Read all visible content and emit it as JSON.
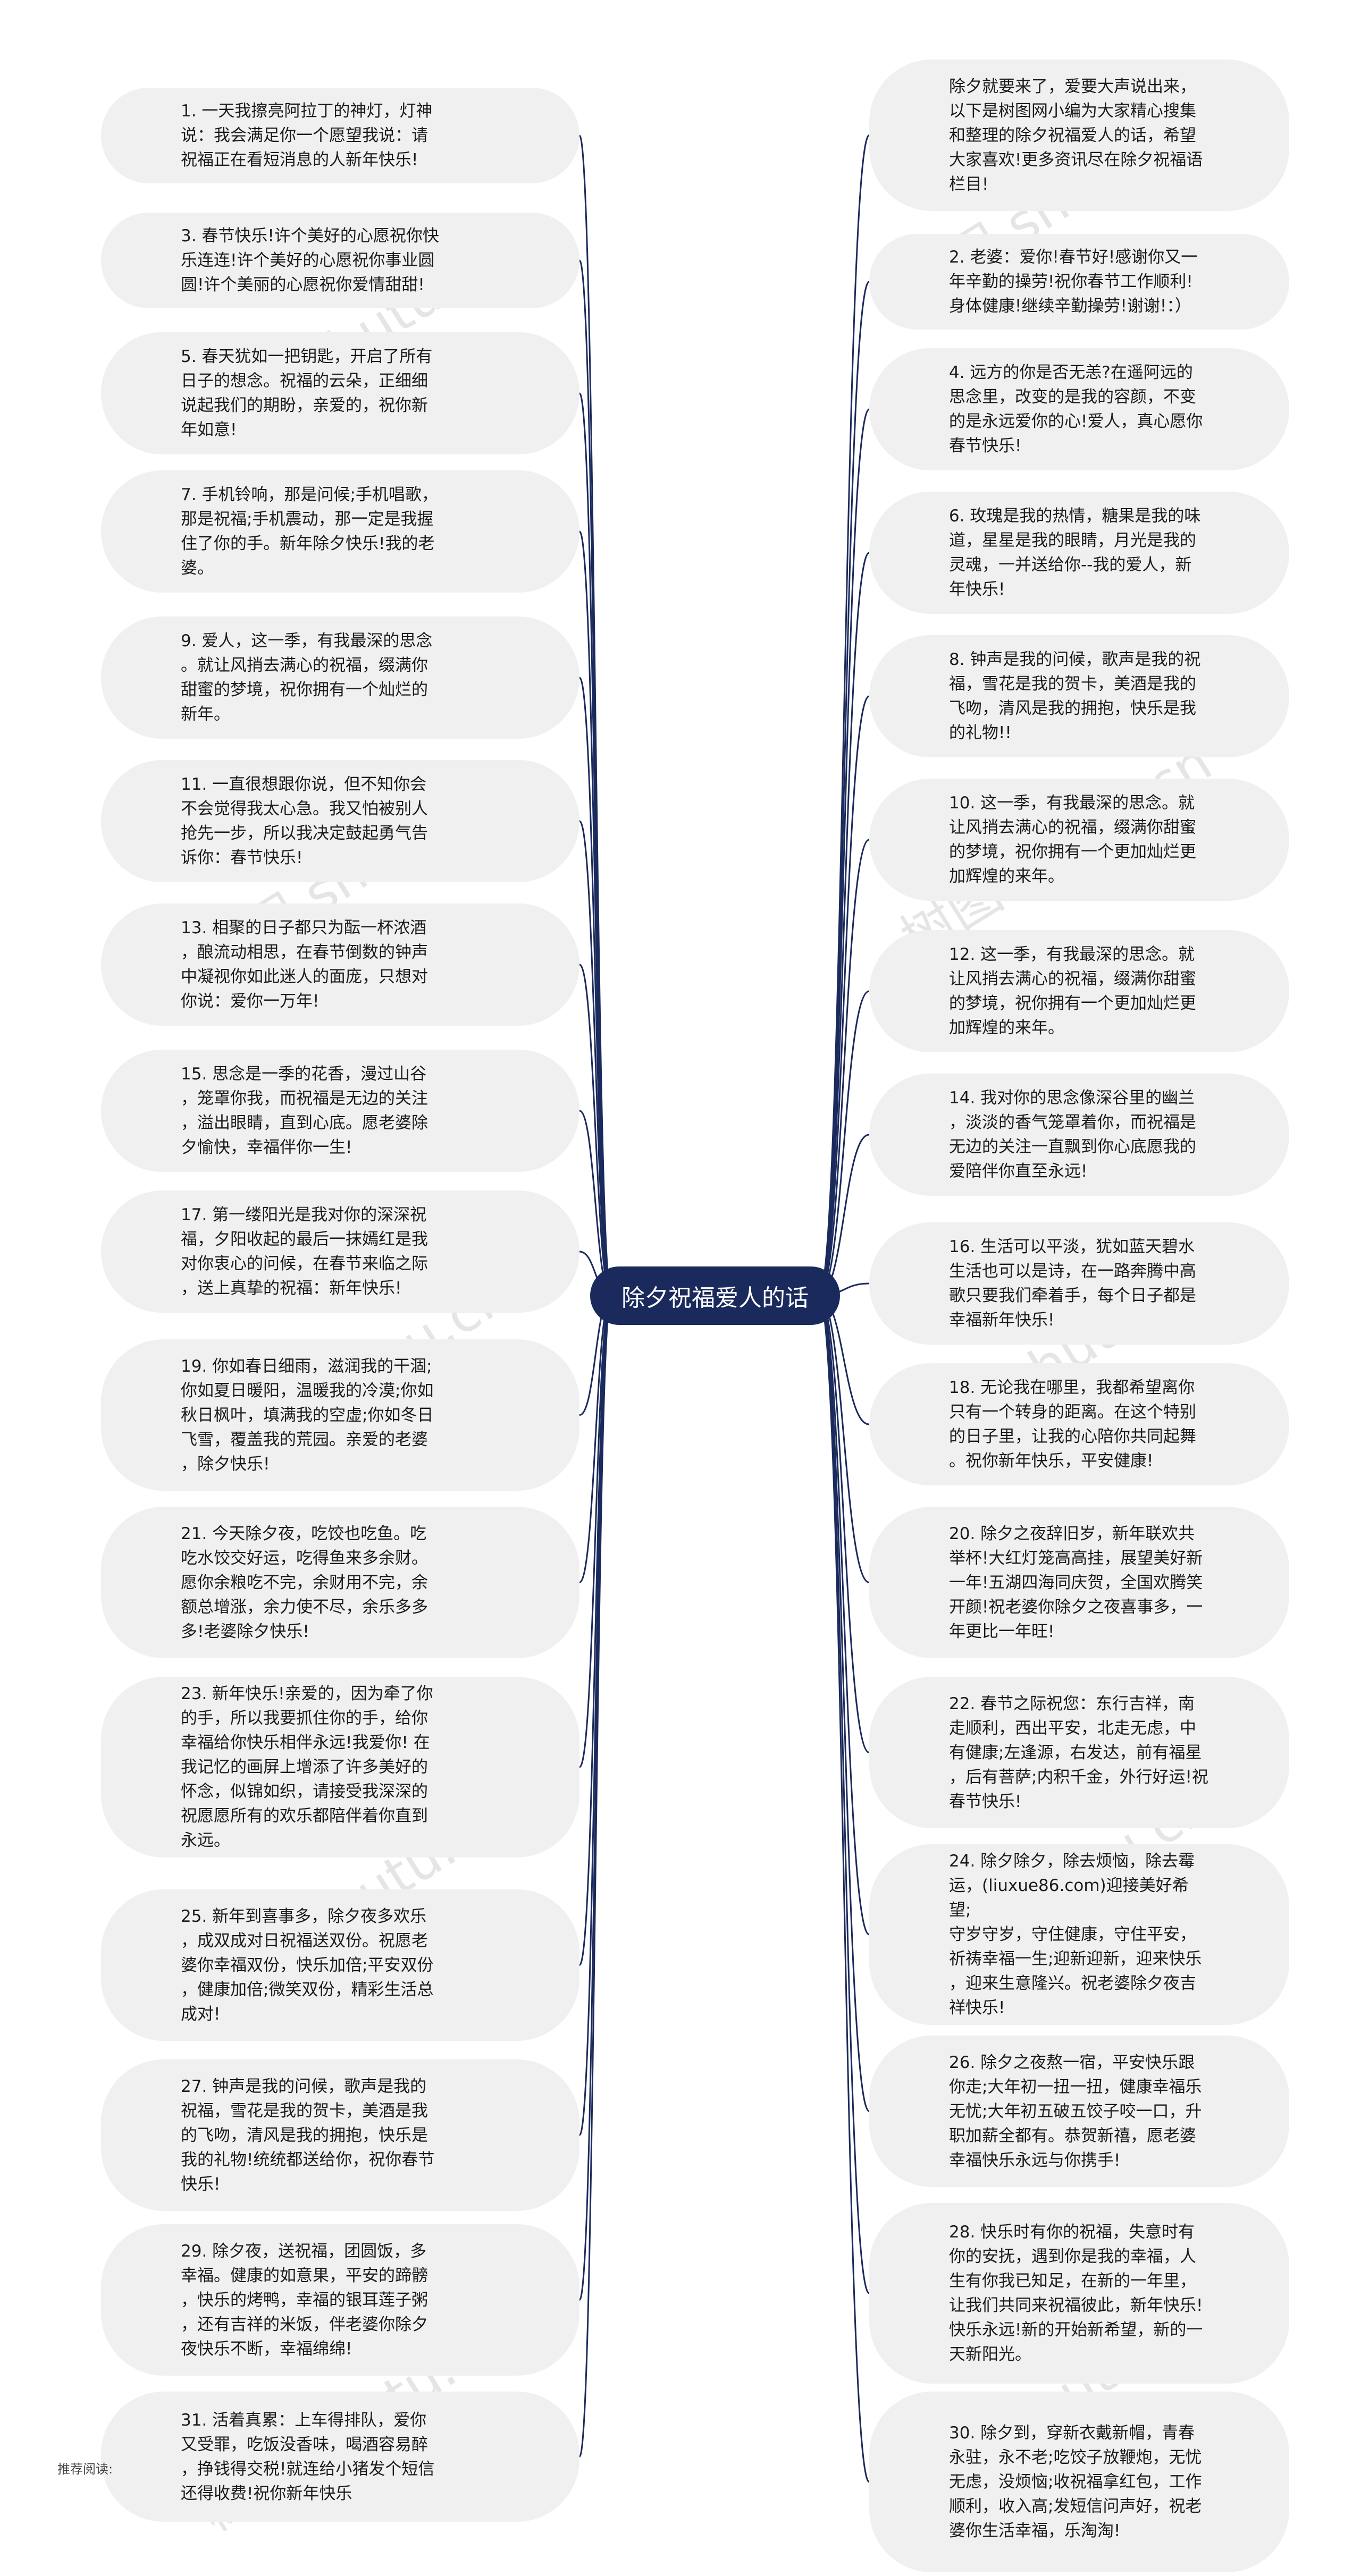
{
  "root": {
    "label": "除夕祝福爱人的话"
  },
  "footer": {
    "label": "推荐阅读:"
  },
  "watermark": "树图 shutu.cn",
  "colors": {
    "line": "#1b2a5c",
    "root_bg": "#1b2a5c",
    "bubble_bg": "#f0f0f0"
  },
  "left_items": [
    "1. 一天我擦亮阿拉丁的神灯，灯神\n说：我会满足你一个愿望我说：请\n祝福正在看短消息的人新年快乐!",
    "3. 春节快乐!许个美好的心愿祝你快\n乐连连!许个美好的心愿祝你事业圆\n圆!许个美丽的心愿祝你爱情甜甜!",
    "5. 春天犹如一把钥匙，开启了所有\n日子的想念。祝福的云朵，正细细\n说起我们的期盼，亲爱的，祝你新\n年如意!",
    "7. 手机铃响，那是问候;手机唱歌，\n那是祝福;手机震动，那一定是我握\n住了你的手。新年除夕快乐!我的老\n婆。",
    "9. 爱人，这一季，有我最深的思念\n。就让风捎去满心的祝福，缀满你\n甜蜜的梦境，祝你拥有一个灿烂的\n新年。",
    "11. 一直很想跟你说，但不知你会\n不会觉得我太心急。我又怕被别人\n抢先一步，所以我决定鼓起勇气告\n诉你：春节快乐!",
    "13. 相聚的日子都只为酝一杯浓酒\n，酿流动相思，在春节倒数的钟声\n中凝视你如此迷人的面庞，只想对\n你说：爱你一万年!",
    "15. 思念是一季的花香，漫过山谷\n，笼罩你我，而祝福是无边的关注\n，溢出眼睛，直到心底。愿老婆除\n夕愉快，幸福伴你一生!",
    "17. 第一缕阳光是我对你的深深祝\n福，夕阳收起的最后一抹嫣红是我\n对你衷心的问候，在春节来临之际\n，送上真挚的祝福：新年快乐!",
    "19. 你如春日细雨，滋润我的干涸;\n你如夏日暖阳，温暖我的冷漠;你如\n秋日枫叶，填满我的空虚;你如冬日\n飞雪，覆盖我的荒园。亲爱的老婆\n，除夕快乐!",
    "21. 今天除夕夜，吃饺也吃鱼。吃\n吃水饺交好运，吃得鱼来多余财。\n愿你余粮吃不完，余财用不完，余\n额总增涨，余力使不尽，余乐多多\n多!老婆除夕快乐!",
    "23. 新年快乐!亲爱的，因为牵了你\n的手，所以我要抓住你的手，给你\n幸福给你快乐相伴永远!我爱你!  在\n我记忆的画屏上增添了许多美好的\n怀念，似锦如织，请接受我深深的\n祝愿愿所有的欢乐都陪伴着你直到\n永远。",
    "25. 新年到喜事多，除夕夜多欢乐\n，成双成对日祝福送双份。祝愿老\n婆你幸福双份，快乐加倍;平安双份\n，健康加倍;微笑双份，精彩生活总\n成对!",
    "27. 钟声是我的问候，歌声是我的\n祝福，雪花是我的贺卡，美酒是我\n的飞吻，清风是我的拥抱，快乐是\n我的礼物!统统都送给你，祝你春节\n快乐!",
    "29.  除夕夜，送祝福，团圆饭，多\n幸福。健康的如意果，平安的蹄髈\n，快乐的烤鸭，幸福的银耳莲子粥\n，还有吉祥的米饭，伴老婆你除夕\n夜快乐不断，幸福绵绵!",
    "31. 活着真累：上车得排队，爱你\n又受罪，吃饭没香味，喝酒容易醉\n，挣钱得交税!就连给小猪发个短信\n还得收费!祝你新年快乐"
  ],
  "right_items": [
    "除夕就要来了，爱要大声说出来，\n以下是树图网小编为大家精心搜集\n和整理的除夕祝福爱人的话，希望\n大家喜欢!更多资讯尽在除夕祝福语\n栏目!",
    "2. 老婆：爱你!春节好!感谢你又一\n年辛勤的操劳!祝你春节工作顺利!\n身体健康!继续辛勤操劳!谢谢!：）",
    "4. 远方的你是否无恙?在遥阿远的\n思念里，改变的是我的容颜，不变\n的是永远爱你的心!爱人，真心愿你\n春节快乐!",
    "6. 玫瑰是我的热情，糖果是我的味\n道，星星是我的眼睛，月光是我的\n灵魂，一并送给你--我的爱人，新\n年快乐!",
    "8. 钟声是我的问候，歌声是我的祝\n福，雪花是我的贺卡，美酒是我的\n飞吻，清风是我的拥抱，快乐是我\n的礼物!!",
    "10. 这一季，有我最深的思念。就\n让风捎去满心的祝福，缀满你甜蜜\n的梦境，祝你拥有一个更加灿烂更\n加辉煌的来年。",
    "12. 这一季，有我最深的思念。就\n让风捎去满心的祝福，缀满你甜蜜\n的梦境，祝你拥有一个更加灿烂更\n加辉煌的来年。",
    "14. 我对你的思念像深谷里的幽兰\n，淡淡的香气笼罩着你，而祝福是\n无边的关注一直飘到你心底愿我的\n爱陪伴你直至永远!",
    "16. 生活可以平淡，犹如蓝天碧水\n生活也可以是诗，在一路奔腾中高\n歌只要我们牵着手，每个日子都是\n幸福新年快乐!",
    "18. 无论我在哪里，我都希望离你\n只有一个转身的距离。在这个特别\n的日子里，让我的心陪你共同起舞\n。祝你新年快乐，平安健康!",
    "20.  除夕之夜辞旧岁，新年联欢共\n举杯!大红灯笼高高挂，展望美好新\n一年!五湖四海同庆贺，全国欢腾笑\n开颜!祝老婆你除夕之夜喜事多，一\n年更比一年旺!",
    "22. 春节之际祝您：东行吉祥，南\n走顺利，西出平安，北走无虑，中\n有健康;左逢源，右发达，前有福星\n，后有菩萨;内积千金，外行好运!祝\n春节快乐!",
    "24.  除夕除夕，除去烦恼，除去霉\n运，(liuxue86.com)迎接美好希望;\n守岁守岁，守住健康，守住平安，\n祈祷幸福一生;迎新迎新，迎来快乐\n，迎来生意隆兴。祝老婆除夕夜吉\n祥快乐!",
    "26.  除夕之夜熬一宿，平安快乐跟\n你走;大年初一扭一扭，健康幸福乐\n无忧;大年初五破五饺子咬一口，升\n职加薪全都有。恭贺新禧，愿老婆\n幸福快乐永远与你携手!",
    "28.  快乐时有你的祝福，失意时有\n你的安抚，遇到你是我的幸福，人\n生有你我已知足，在新的一年里，\n让我们共同来祝福彼此，新年快乐!\n快乐永远!新的开始新希望，新的一\n天新阳光。",
    "30.  除夕到，穿新衣戴新帽，青春\n永驻，永不老;吃饺子放鞭炮，无忧\n无虑，没烦恼;收祝福拿红包，工作\n顺利，收入高;发短信问声好，祝老\n婆你生活幸福，乐淘淘!"
  ]
}
